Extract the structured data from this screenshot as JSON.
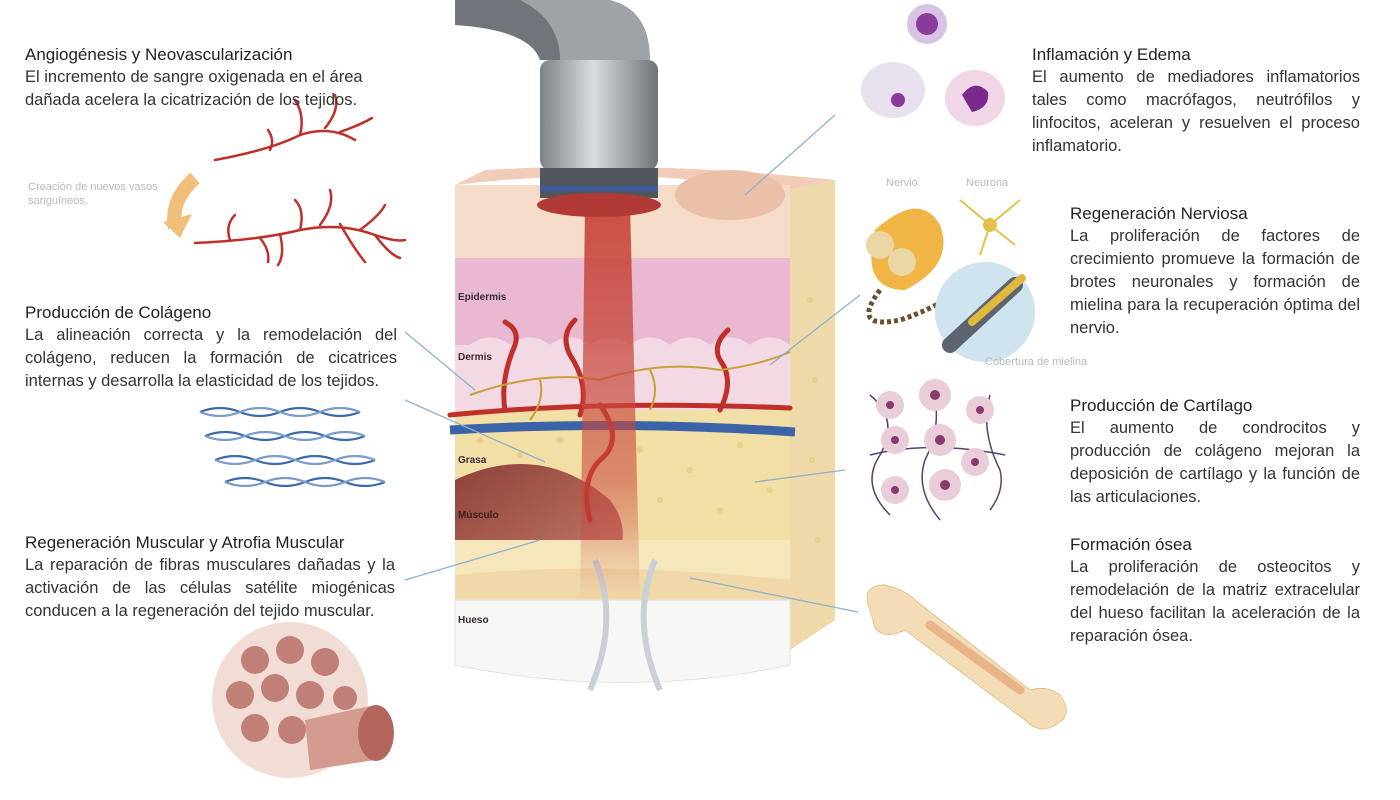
{
  "blocks": {
    "angio": {
      "title": "Angiogénesis y Neovascularización",
      "body": "El incremento de sangre oxigenada en el área dañada acelera la cicatrización de los tejidos."
    },
    "colageno": {
      "title": "Producción de Colágeno",
      "body": "La alineación correcta y la remodelación del colágeno, reducen la formación de cicatrices internas y desarrolla la elasticidad de los tejidos."
    },
    "muscular": {
      "title": "Regeneración Muscular y Atrofia Muscular",
      "body": "La reparación de fibras musculares dañadas y la activación de las células satélite miogénicas conducen a la regeneración del tejido muscular."
    },
    "inflamacion": {
      "title": "Inflamación y Edema",
      "body": "El aumento de mediadores inflamatorios tales como macrófagos, neutrófilos y linfocitos, aceleran y resuelven el proceso inflamatorio."
    },
    "nerviosa": {
      "title": "Regeneración Nerviosa",
      "body": "La proliferación de factores de crecimiento promueve la formación de brotes neuronales y formación de mielina para la recuperación óptima del nervio."
    },
    "cartilago": {
      "title": "Producción de Cartílago",
      "body": "El aumento de condrocitos y producción de colágeno mejoran la deposición de cartílago y la función de las articulaciones."
    },
    "osea": {
      "title": "Formación ósea",
      "body": "La proliferación de osteocitos y remodelación de la matriz extracelular del hueso facilitan la aceleración de la reparación ósea."
    }
  },
  "small_labels": {
    "vasos": "Creación de nuevos vasos sanguíneos.",
    "nervio": "Nervio",
    "neurona": "Neurona",
    "mielina": "Cobertura de mielina"
  },
  "layers": {
    "epidermis": "Epidermis",
    "dermis": "Dermis",
    "grasa": "Grasa",
    "musculo": "Músculo",
    "hueso": "Hueso"
  },
  "colors": {
    "vessel_red": "#c0302a",
    "beam_red": "#c8473b",
    "epidermis_pink": "#e8b9d0",
    "fat_yellow": "#f2dfa6",
    "muscle_brown": "#a5574c",
    "vein_blue": "#3a63a8",
    "pointer_blue": "#8fb2c9"
  }
}
